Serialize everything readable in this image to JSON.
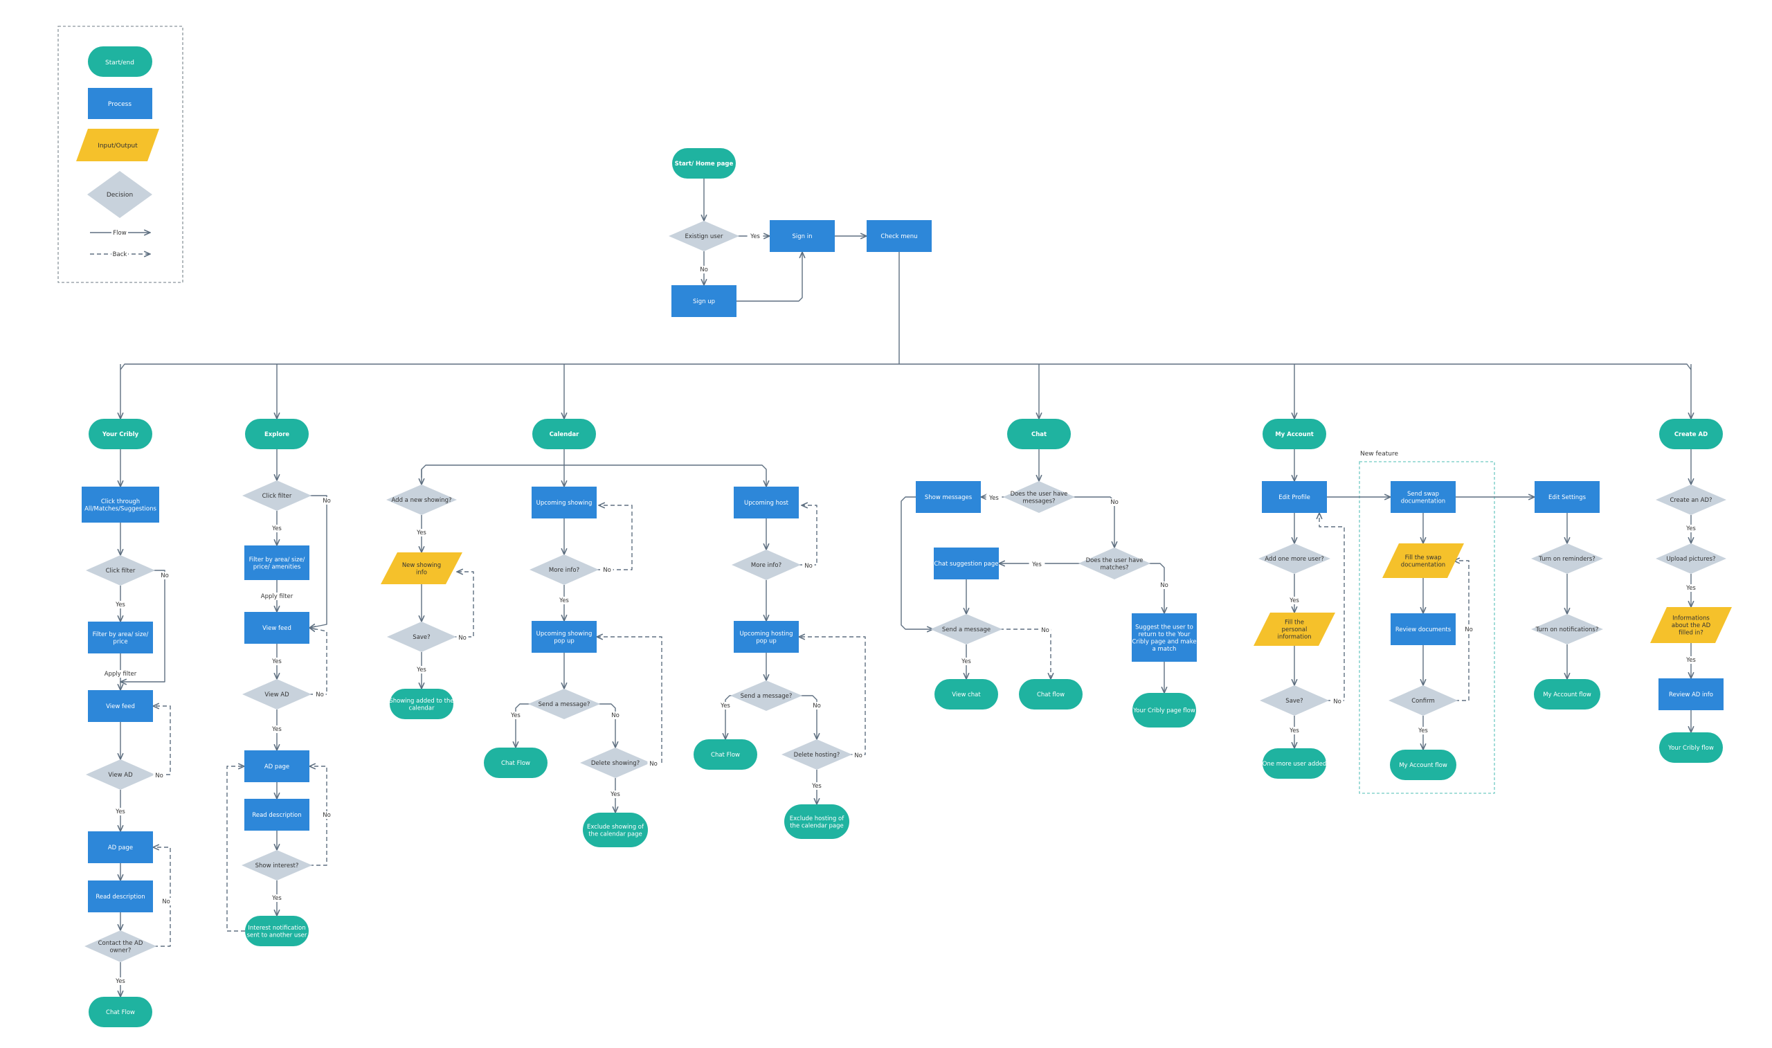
{
  "legend": {
    "start_end": "Start/end",
    "process": "Process",
    "io": "Input/Output",
    "decision": "Decision",
    "flow": "Flow",
    "back": "Back"
  },
  "colors": {
    "terminal": "#1fb3a0",
    "process": "#2d87d9",
    "io": "#f5c12b",
    "decision": "#c8d2dc",
    "line": "#5e6f80",
    "legend_border": "#8a949c",
    "group_border": "#6fc9c2"
  },
  "labels": {
    "yes": "Yes",
    "no": "No",
    "apply_filter": "Apply filter",
    "new_feature": "New feature"
  },
  "nodes": {
    "start": "Start/ Home page",
    "existing": "Existign user",
    "signin": "Sign in",
    "checkmenu": "Check menu",
    "signup": "Sign up",
    "yc": "Your Cribly",
    "yc_click": "Click through\nAll/Matches/Suggestions",
    "yc_filter": "Click filter",
    "yc_filterby": "Filter by area/ size/\nprice",
    "yc_viewfeed": "View feed",
    "yc_viewad": "View AD",
    "yc_adpage": "AD page",
    "yc_readdesc": "Read description",
    "yc_contact": "Contact the AD\nowner?",
    "yc_chat": "Chat Flow",
    "ex": "Explore",
    "ex_filter": "Click filter",
    "ex_filterby": "Filter by area/ size/\nprice/ amenities",
    "ex_viewfeed": "View feed",
    "ex_viewad": "View AD",
    "ex_adpage": "AD page",
    "ex_readdesc": "Read description",
    "ex_interest": "Show interest?",
    "ex_notif": "Interest notification\nsent to another user",
    "cal": "Calendar",
    "cal_addnew": "Add a new showing?",
    "cal_newinfo": "New showing\ninfo",
    "cal_save": "Save?",
    "cal_added": "Showing added to the\ncalendar",
    "cal_upshow": "Upcoming showing",
    "cal_more1": "More info?",
    "cal_showpop": "Upcoming showing\npop up",
    "cal_sendmsg1": "Send a message?",
    "cal_chat1": "Chat Flow",
    "cal_delshow": "Delete showing?",
    "cal_exclshow": "Exclude showing of\nthe calendar page",
    "cal_uphost": "Upcoming host",
    "cal_more2": "More info?",
    "cal_hostpop": "Upcoming hosting\npop up",
    "cal_sendmsg2": "Send a message?",
    "cal_chat2": "Chat Flow",
    "cal_delhost": "Delete hosting?",
    "cal_exclhost": "Exclude hosting of\nthe calendar page",
    "chat": "Chat",
    "ch_hasmsg": "Does the user have\nmessages?",
    "ch_showmsg": "Show messages",
    "ch_hasmatch": "Does the user have\nmatches?",
    "ch_suggpage": "Chat suggestion page",
    "ch_sendmsg": "Send a message",
    "ch_viewchat": "View chat",
    "ch_chatflow": "Chat flow",
    "ch_suggest": "Suggest the user to\nreturn to the Your\nCribly page and make\na match",
    "ch_ycflow": "Your Cribly page flow",
    "acc": "My Account",
    "ac_edit": "Edit Profile",
    "ac_addmore": "Add one more user?",
    "ac_fill": "Fill the\npersonal\ninformation",
    "ac_save": "Save?",
    "ac_added": "One more user added",
    "ac_sendswap": "Send swap\ndocumentation",
    "ac_fillswap": "Fill the swap\ndocumentation",
    "ac_review": "Review documents",
    "ac_confirm": "Confirm",
    "ac_flow1": "My Account flow",
    "ac_settings": "Edit Settings",
    "ac_remind": "Turn on reminders?",
    "ac_notif": "Turn on notifications?",
    "ac_flow2": "My Account flow",
    "cr": "Create AD",
    "cr_create": "Create an AD?",
    "cr_upload": "Upload pictures?",
    "cr_info": "Informations\nabout the AD\nfilled in?",
    "cr_review": "Review AD info",
    "cr_ycflow": "Your Cribly flow"
  }
}
